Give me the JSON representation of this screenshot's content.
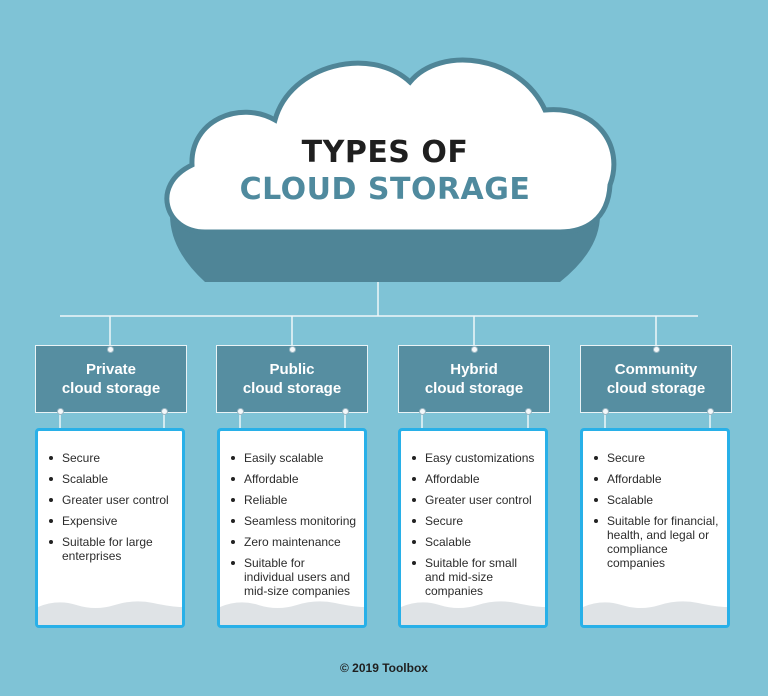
{
  "title": {
    "line1": "TYPES OF",
    "line2": "CLOUD STORAGE"
  },
  "colors": {
    "background": "#7fc3d6",
    "cloud_shadow": "#4f8597",
    "header_fill": "#568ea1",
    "card_border": "#28b0e8",
    "title_accent": "#4f8a9e"
  },
  "columns": [
    {
      "header_line1": "Private",
      "header_line2": "cloud storage",
      "items": [
        "Secure",
        "Scalable",
        "Greater user control",
        "Expensive",
        "Suitable for large enterprises"
      ]
    },
    {
      "header_line1": "Public",
      "header_line2": "cloud storage",
      "items": [
        "Easily scalable",
        "Affordable",
        "Reliable",
        "Seamless monitoring",
        "Zero maintenance",
        "Suitable for individual users and mid-size companies"
      ]
    },
    {
      "header_line1": "Hybrid",
      "header_line2": "cloud storage",
      "items": [
        "Easy customizations",
        "Affordable",
        "Greater user control",
        "Secure",
        "Scalable",
        "Suitable for small and mid-size companies"
      ]
    },
    {
      "header_line1": "Community",
      "header_line2": "cloud storage",
      "items": [
        "Secure",
        "Affordable",
        "Scalable",
        "Suitable for financial, health, and legal or compliance companies"
      ]
    }
  ],
  "footer": "© 2019 Toolbox"
}
